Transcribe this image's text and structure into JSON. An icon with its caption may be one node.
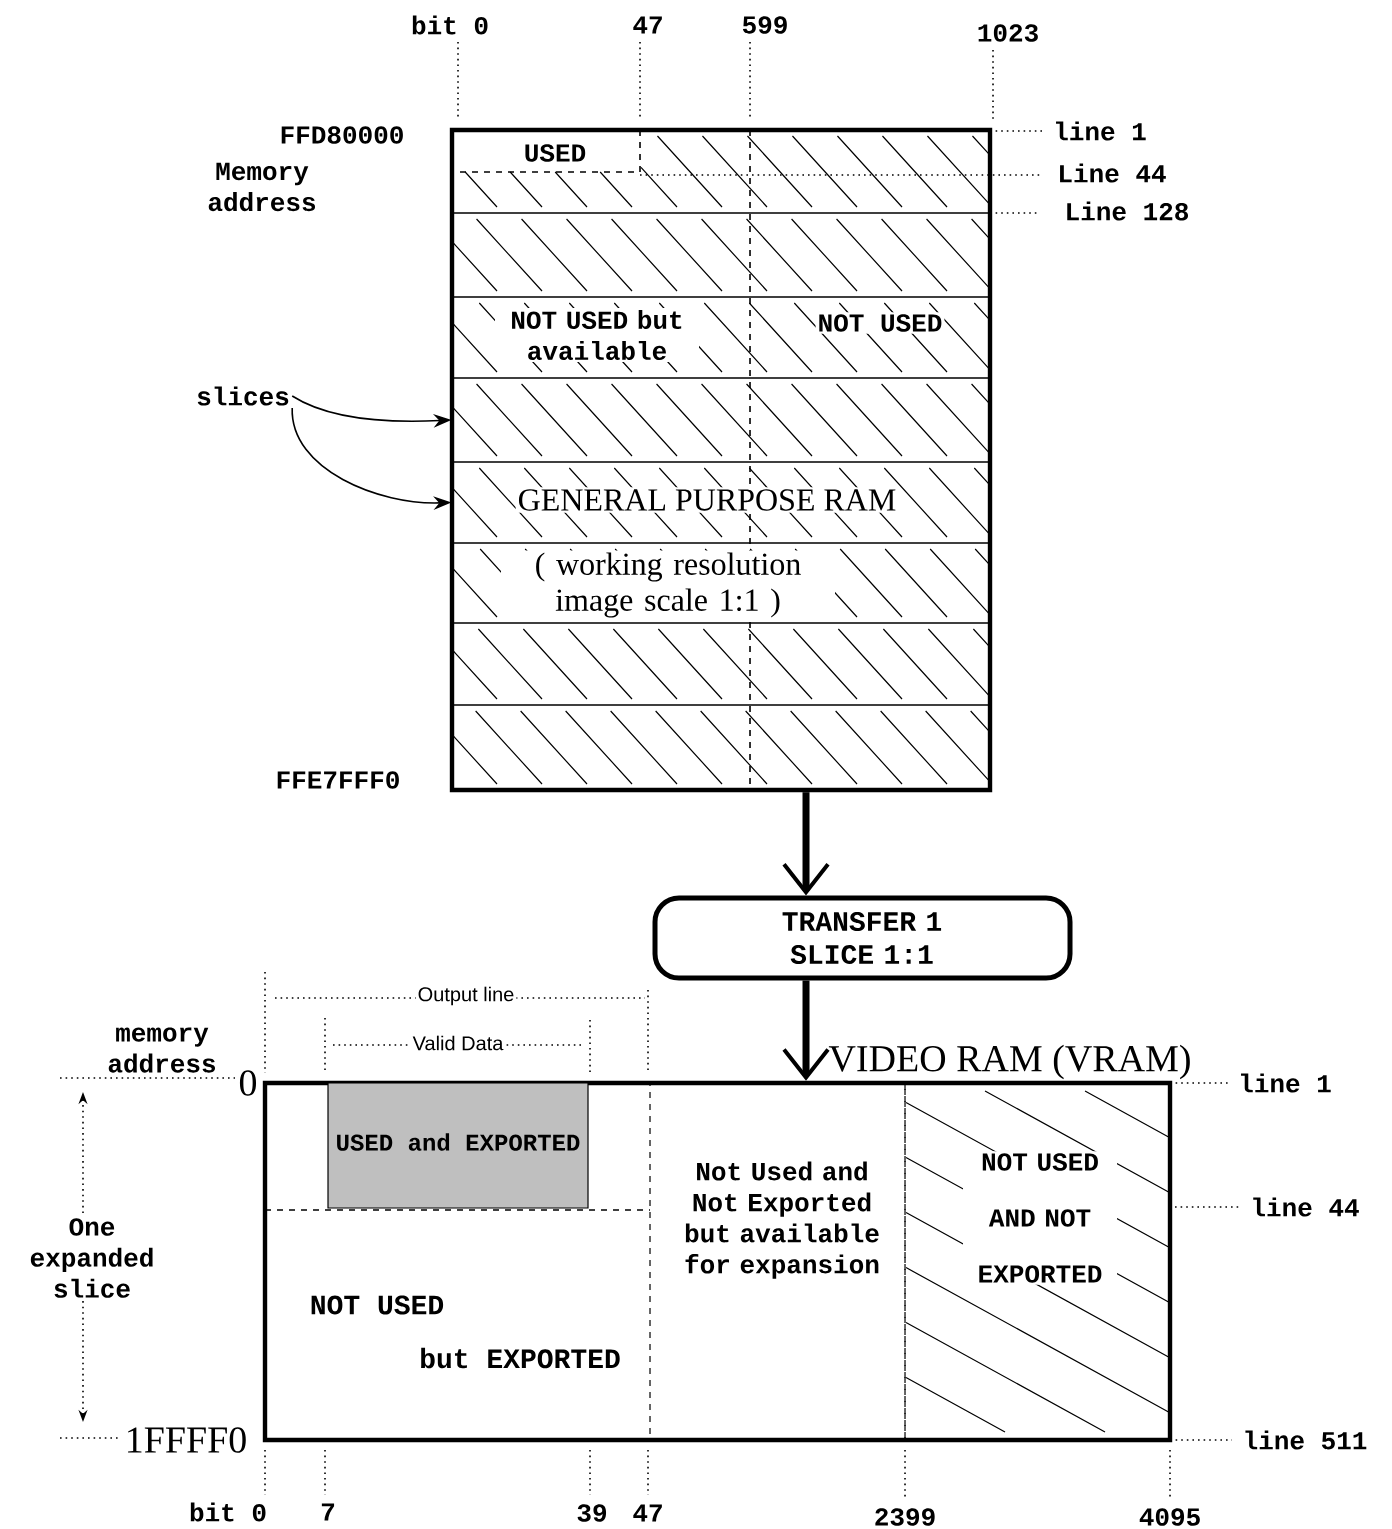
{
  "diagram": {
    "nodes": [
      {
        "text": [],
        "shape": "box"
      },
      {
        "text": [
          "USED"
        ],
        "in": 0
      },
      {
        "text": [],
        "shape": "box",
        "in": 0
      },
      {
        "text": [
          "NOT USED but available",
          "NOT USED"
        ],
        "in": 0
      },
      {
        "text": [],
        "shape": "box",
        "in": 0
      },
      {
        "text": [
          "GENERAL PURPOSE RAM"
        ],
        "in": 0
      },
      {
        "text": [
          "( working resolution image scale 1:1 )"
        ],
        "in": 0
      },
      {
        "text": [],
        "shape": "box",
        "in": 0
      },
      {
        "text": [],
        "shape": "box",
        "in": 0
      },
      {
        "text": [
          "slices"
        ]
      },
      {
        "text": [
          "TRANSFER 1 SLICE 1:1"
        ]
      },
      {
        "text": [
          "VIDEO RAM (VRAM)"
        ]
      },
      {
        "text": [
          "USED and EXPORTED"
        ],
        "in": 11
      },
      {
        "text": [
          "Not Used and Not Exported but available for expansion"
        ],
        "in": 11
      },
      {
        "text": [
          "NOT USED AND NOT EXPORTED"
        ],
        "in": 11
      }
    ],
    "edges": [
      {
        "from": 9,
        "to": 4,
        "arrow": "to"
      },
      {
        "from": 9,
        "to": 5,
        "arrow": "to"
      },
      {
        "from": 0,
        "to": 10,
        "arrow": "to",
        "style": "thick"
      },
      {
        "from": 10,
        "to": 11,
        "arrow": "to",
        "style": "thick"
      }
    ],
    "labels": [
      "bit 0",
      "47",
      "599",
      "1023",
      "FFD80000",
      "line 1",
      "Memory address",
      "Line 44",
      "Line 128",
      "FFE7FFF0",
      "Output line",
      "Valid Data",
      "memory address",
      "0",
      "line 1",
      "line 44",
      "One expanded slice",
      "NOT USED",
      "but EXPORTED",
      "1FFFF0",
      "line 511",
      "bit 0",
      "7",
      "39",
      "47",
      "2399",
      "4095"
    ]
  }
}
